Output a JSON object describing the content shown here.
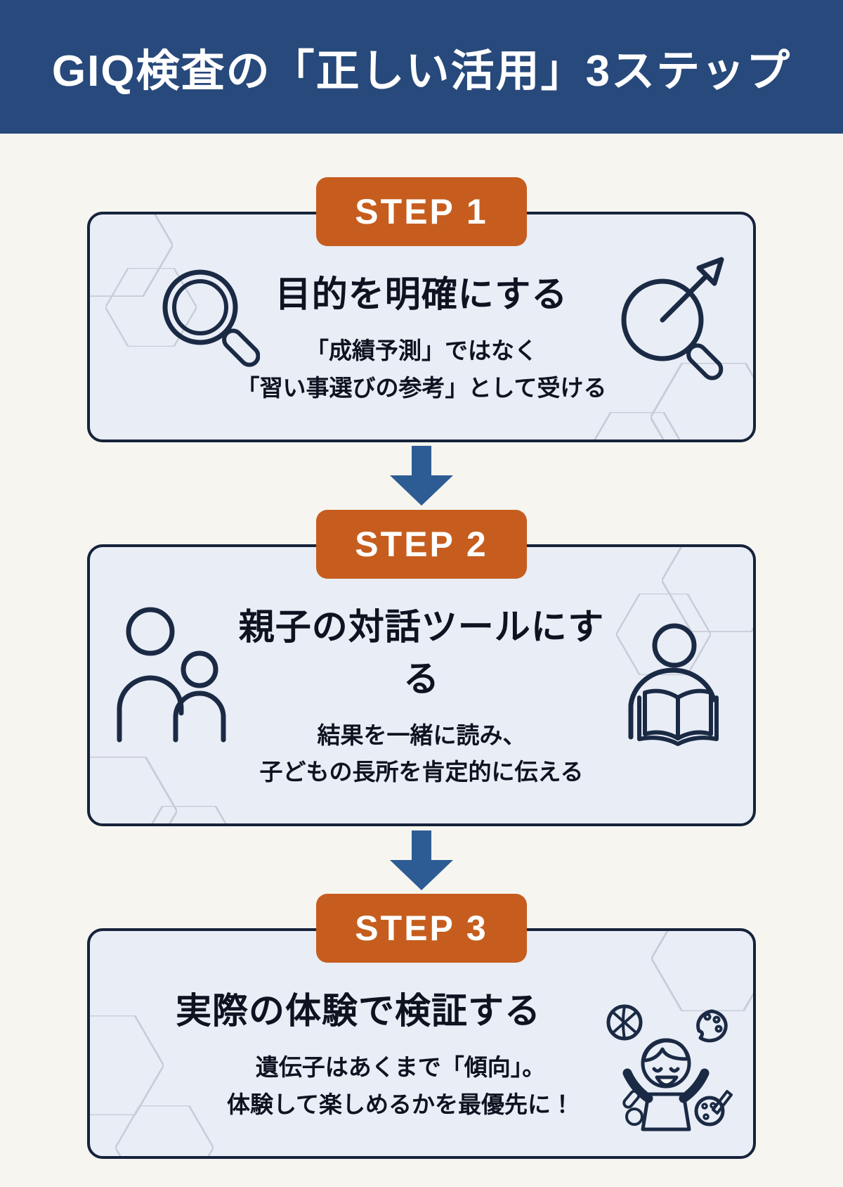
{
  "header": {
    "title": "GIQ検査の「正しい活用」3ステップ"
  },
  "steps": [
    {
      "badge": "STEP 1",
      "heading": "目的を明確にする",
      "desc_lines": [
        "「成績予測」ではなく",
        "「習い事選びの参考」として受ける"
      ],
      "left_icon": "magnifier-icon",
      "right_icon": "goal-arrow-magnifier-icon"
    },
    {
      "badge": "STEP 2",
      "heading": "親子の対話ツールにする",
      "desc_lines": [
        "結果を一緒に読み、",
        "子どもの長所を肯定的に伝える"
      ],
      "left_icon": "parent-child-icon",
      "right_icon": "person-reading-book-icon"
    },
    {
      "badge": "STEP 3",
      "heading": "実際の体験で検証する",
      "desc_lines": [
        "遺伝子はあくまで「傾向」。",
        "体験して楽しめるかを最優先に！"
      ],
      "right_icon": "happy-child-activities-icon"
    }
  ],
  "colors": {
    "header_bg": "#27497b",
    "badge_bg": "#c65d1e",
    "card_bg": "#e9edf6",
    "card_border": "#16233b",
    "arrow_blue": "#2d5c94",
    "page_bg": "#f7f5f0",
    "icon_stroke": "#1b2a44",
    "hex_line": "#c7ccd6"
  }
}
